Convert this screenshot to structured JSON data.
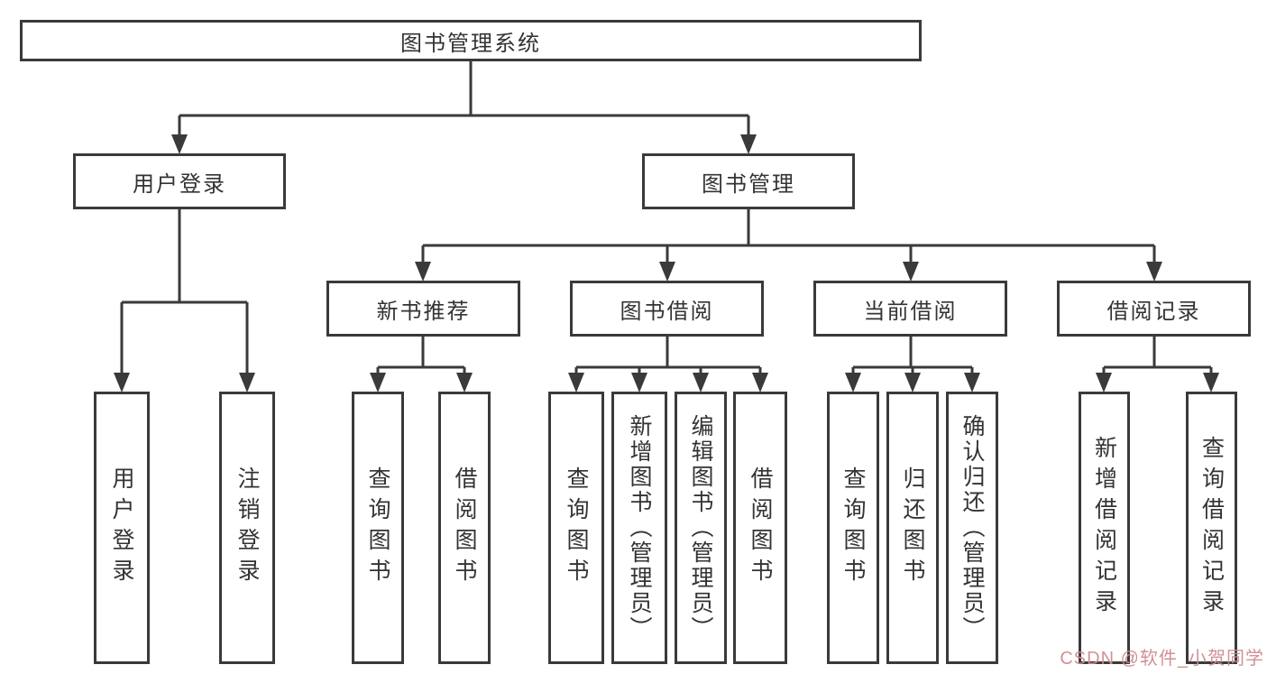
{
  "diagram_title": "图书管理系统",
  "tree": {
    "root": {
      "label": "图书管理系统",
      "children": [
        {
          "label": "用户登录",
          "children": [
            {
              "label": "用户登录"
            },
            {
              "label": "注销登录"
            }
          ]
        },
        {
          "label": "图书管理",
          "children": [
            {
              "label": "新书推荐",
              "children": [
                {
                  "label": "查询图书"
                },
                {
                  "label": "借阅图书"
                }
              ]
            },
            {
              "label": "图书借阅",
              "children": [
                {
                  "label": "查询图书"
                },
                {
                  "label": "新增图书（管理员）"
                },
                {
                  "label": "编辑图书（管理员）"
                },
                {
                  "label": "借阅图书"
                }
              ]
            },
            {
              "label": "当前借阅",
              "children": [
                {
                  "label": "查询图书"
                },
                {
                  "label": "归还图书"
                },
                {
                  "label": "确认归还（管理员）"
                }
              ]
            },
            {
              "label": "借阅记录",
              "children": [
                {
                  "label": "新增借阅记录"
                },
                {
                  "label": "查询借阅记录"
                }
              ]
            }
          ]
        }
      ]
    }
  },
  "watermark": {
    "text": "CSDN @软件_小贺同学"
  },
  "colors": {
    "line": "#3a3a3a",
    "box_border": "#3a3a3a",
    "text": "#333333",
    "background": "#ffffff",
    "watermark": "#cf8b90"
  }
}
